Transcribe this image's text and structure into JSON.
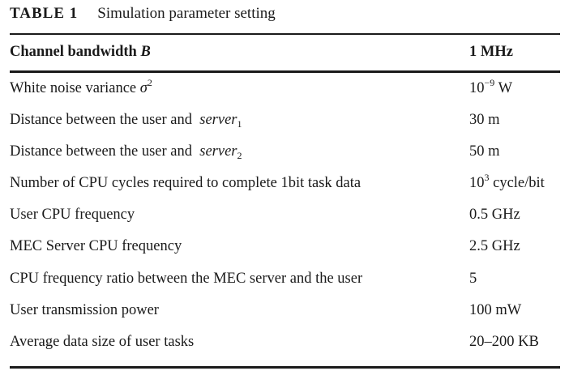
{
  "caption": {
    "label": "TABLE 1",
    "title": "Simulation parameter setting"
  },
  "header": {
    "name": "Channel bandwidth",
    "symbol": "B",
    "value": "1 MHz"
  },
  "rows": [
    {
      "name": "White noise variance",
      "sym": "σ",
      "sym_sup": "2",
      "val_base": "10",
      "val_sup": "−9",
      "val_unit": " W"
    },
    {
      "name": "Distance between the user and ",
      "server": "server",
      "server_sub": "1",
      "val": "30 m"
    },
    {
      "name": "Distance between the user and ",
      "server": "server",
      "server_sub": "2",
      "val": "50 m"
    },
    {
      "name": "Number of CPU cycles required to complete 1bit task data",
      "val_base": "10",
      "val_sup": "3",
      "val_unit": " cycle/bit"
    },
    {
      "name": "User CPU frequency",
      "val": "0.5 GHz"
    },
    {
      "name": "MEC Server CPU frequency",
      "val": "2.5 GHz"
    },
    {
      "name": "CPU frequency ratio between the MEC server and the user",
      "val": "5"
    },
    {
      "name": "User transmission power",
      "val": "100 mW"
    },
    {
      "name": "Average data size of user tasks",
      "val": "20–200 KB"
    }
  ]
}
